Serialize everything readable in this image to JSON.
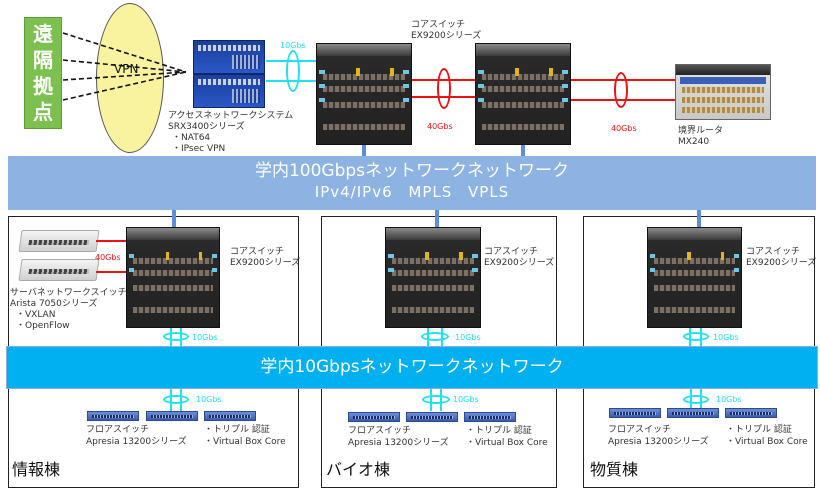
{
  "remote_site": {
    "chars": [
      "遠",
      "隔",
      "拠",
      "点"
    ],
    "color": "#7cc04f"
  },
  "vpn": {
    "label": "VPN",
    "color": "#f9f3a0"
  },
  "access_system": {
    "title": "アクセスネットワークシステム",
    "model": "SRX3400シリーズ",
    "features": [
      "・NAT64",
      "・IPsec VPN"
    ],
    "link_speed": "10Gbs"
  },
  "core_top": {
    "title": "コアスイッチ",
    "model": "EX9200シリーズ",
    "interlink_speed": "40Gbs"
  },
  "border_router": {
    "title": "境界ルータ",
    "model": "MX240",
    "link_speed": "40Gbs"
  },
  "backbone_100g": {
    "line1": "学内100Gbpsネットワークネットワーク",
    "line2": "IPv4/IPv6  MPLS  VPLS",
    "color": "#8db3e2"
  },
  "backbone_10g": {
    "label": "学内10Gbpsネットワークネットワーク",
    "color": "#00b0f0"
  },
  "buildings": [
    {
      "name": "情報棟",
      "core": {
        "title": "コアスイッチ",
        "model": "EX9200シリーズ",
        "uplink_speed": "10Gbs"
      },
      "server_switch": {
        "title": "サーバネットワークスイッチ",
        "model": "Arista 7050シリーズ",
        "features": [
          "・VXLAN",
          "・OpenFlow"
        ],
        "link_speed": "40Gbs"
      },
      "floor": {
        "title": "フロアスイッチ",
        "model": "Apresia 13200シリーズ",
        "features": [
          "・トリプル 認証",
          "・Virtual Box Core"
        ],
        "link_speed": "10Gbs"
      }
    },
    {
      "name": "バイオ棟",
      "core": {
        "title": "コアスイッチ",
        "model": "EX9200シリーズ",
        "uplink_speed": "10Gbs"
      },
      "floor": {
        "title": "フロアスイッチ",
        "model": "Apresia 13200シリーズ",
        "features": [
          "・トリプル 認証",
          "・Virtual Box Core"
        ],
        "link_speed": "10Gbs"
      }
    },
    {
      "name": "物質棟",
      "core": {
        "title": "コアスイッチ",
        "model": "EX9200シリーズ",
        "uplink_speed": "10Gbs"
      },
      "floor": {
        "title": "フロアスイッチ",
        "model": "Apresia 13200シリーズ",
        "features": [
          "・トリプル 認証",
          "・Virtual Box Core"
        ],
        "link_speed": "10Gbs"
      }
    }
  ],
  "colors": {
    "link_10g": "#21e0f0",
    "link_40g": "#ee1111",
    "backbone_connector": "#5b8fd8"
  }
}
